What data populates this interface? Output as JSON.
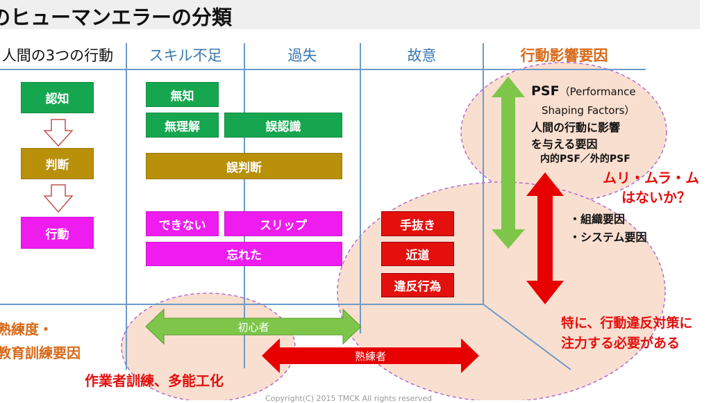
{
  "title": "のヒューマンエラーの分類",
  "headers": {
    "actions": "人間の3つの行動",
    "skill": "スキル不足",
    "mistake": "過失",
    "intent": "故意",
    "psf": "行動影響要因"
  },
  "actions": [
    "認知",
    "判断",
    "行動"
  ],
  "skill_boxes": {
    "ignorance": "無知",
    "no_understanding": "無理解",
    "misrecognition": "誤認識",
    "misjudgment": "誤判断",
    "cannot": "できない",
    "slip": "スリップ",
    "forgot": "忘れた"
  },
  "intent_boxes": [
    "手抜き",
    "近道",
    "違反行為"
  ],
  "psf": {
    "title": "PSF",
    "title_paren": "（Performance",
    "line2": "Shaping Factors）",
    "line3": "人間の行動に影響",
    "line4": "を与える要因",
    "line5": "内的PSF／外的PSF"
  },
  "muri": {
    "line1": "ムリ・ムラ・ム",
    "line2": "はないか？"
  },
  "factors": [
    "・組織要因",
    "・システム要因"
  ],
  "emphasis": {
    "line1": "特に、行動違反対策に",
    "line2": "注力する必要がある"
  },
  "skill_level": {
    "line1": "熟練度・",
    "line2": "教育訓練要因"
  },
  "beginner": "初心者",
  "expert": "熟練者",
  "training": "作業者訓練、多能工化",
  "copyright": "Copyright(C)  2015 TMCK All rights reserved",
  "colors": {
    "green": "#16a650",
    "gold": "#b8900a",
    "magenta": "#ef1cf0",
    "red": "#e3100e",
    "blue": "#3a78b0",
    "orange": "#d86a1a",
    "arrow_green": "#7ec64a"
  }
}
